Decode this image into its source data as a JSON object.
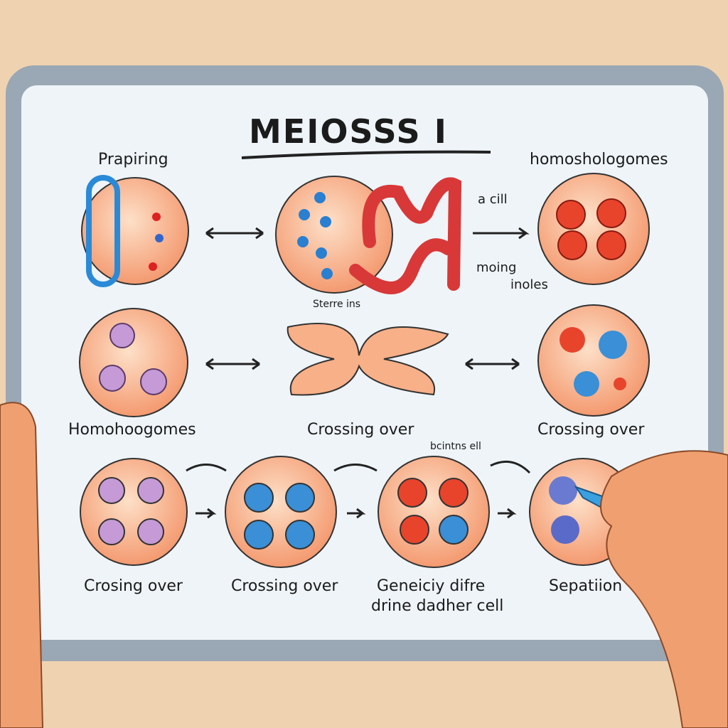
{
  "title": "MEIOSSS I",
  "labels": {
    "top_left": "Prapiring",
    "top_right": "homoshologomes",
    "a_cell": "a cill",
    "moving": "moing",
    "inoles": "inoles",
    "sterre": "Sterre ins",
    "mid_left": "Homohoogomes",
    "mid_center": "Crossing over",
    "mid_right": "Crossing over",
    "bottom_1": "Crosing over",
    "bottom_2": "Crossing over",
    "bottom_3_line1": "Geneiciy difre",
    "bottom_3_line2": "drine dadher cell",
    "bottom_3_note": "bcintns ell",
    "bottom_4": "Sepatiion"
  },
  "colors": {
    "board_frame": "#9aa7b4",
    "board_surface": "#eef4f8",
    "cell_fill": "#f8b088",
    "red_nucleus": "#e8442c",
    "blue_nucleus": "#3a8fd6",
    "purple_nucleus": "#c69ad6",
    "pen": "#3aa0e0"
  }
}
